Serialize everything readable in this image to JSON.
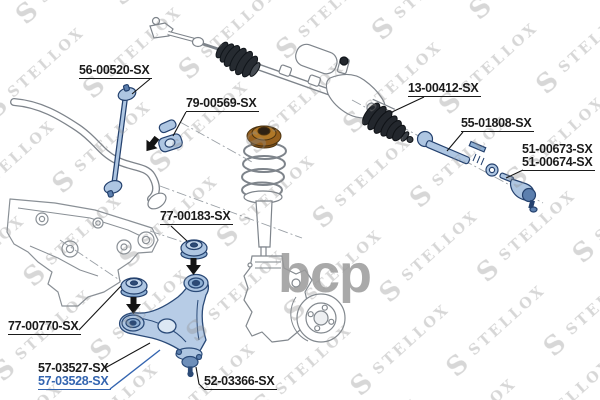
{
  "watermark": {
    "text": "STELLOX",
    "monogram": "S"
  },
  "vendor_logo": {
    "text": "bcp"
  },
  "colors": {
    "part_highlight_blue": "#aec6e2",
    "part_outline_blue": "#24416e",
    "label_link_blue": "#3465b0",
    "outline_gray": "#82888e",
    "boot_black": "#23272d",
    "strut_mount_brown": "#96601e"
  },
  "part_labels": [
    {
      "text": "56-00520-SX",
      "highlighted": false
    },
    {
      "text": "79-00569-SX",
      "highlighted": false
    },
    {
      "text": "13-00412-SX",
      "highlighted": false
    },
    {
      "text": "55-01808-SX",
      "highlighted": false
    },
    {
      "text": "51-00673-SX",
      "highlighted": false
    },
    {
      "text": "51-00674-SX",
      "highlighted": false
    },
    {
      "text": "77-00183-SX",
      "highlighted": false
    },
    {
      "text": "77-00770-SX",
      "highlighted": false
    },
    {
      "text": "57-03527-SX",
      "highlighted": false
    },
    {
      "text": "57-03528-SX",
      "highlighted": true
    },
    {
      "text": "52-03366-SX",
      "highlighted": false
    }
  ]
}
